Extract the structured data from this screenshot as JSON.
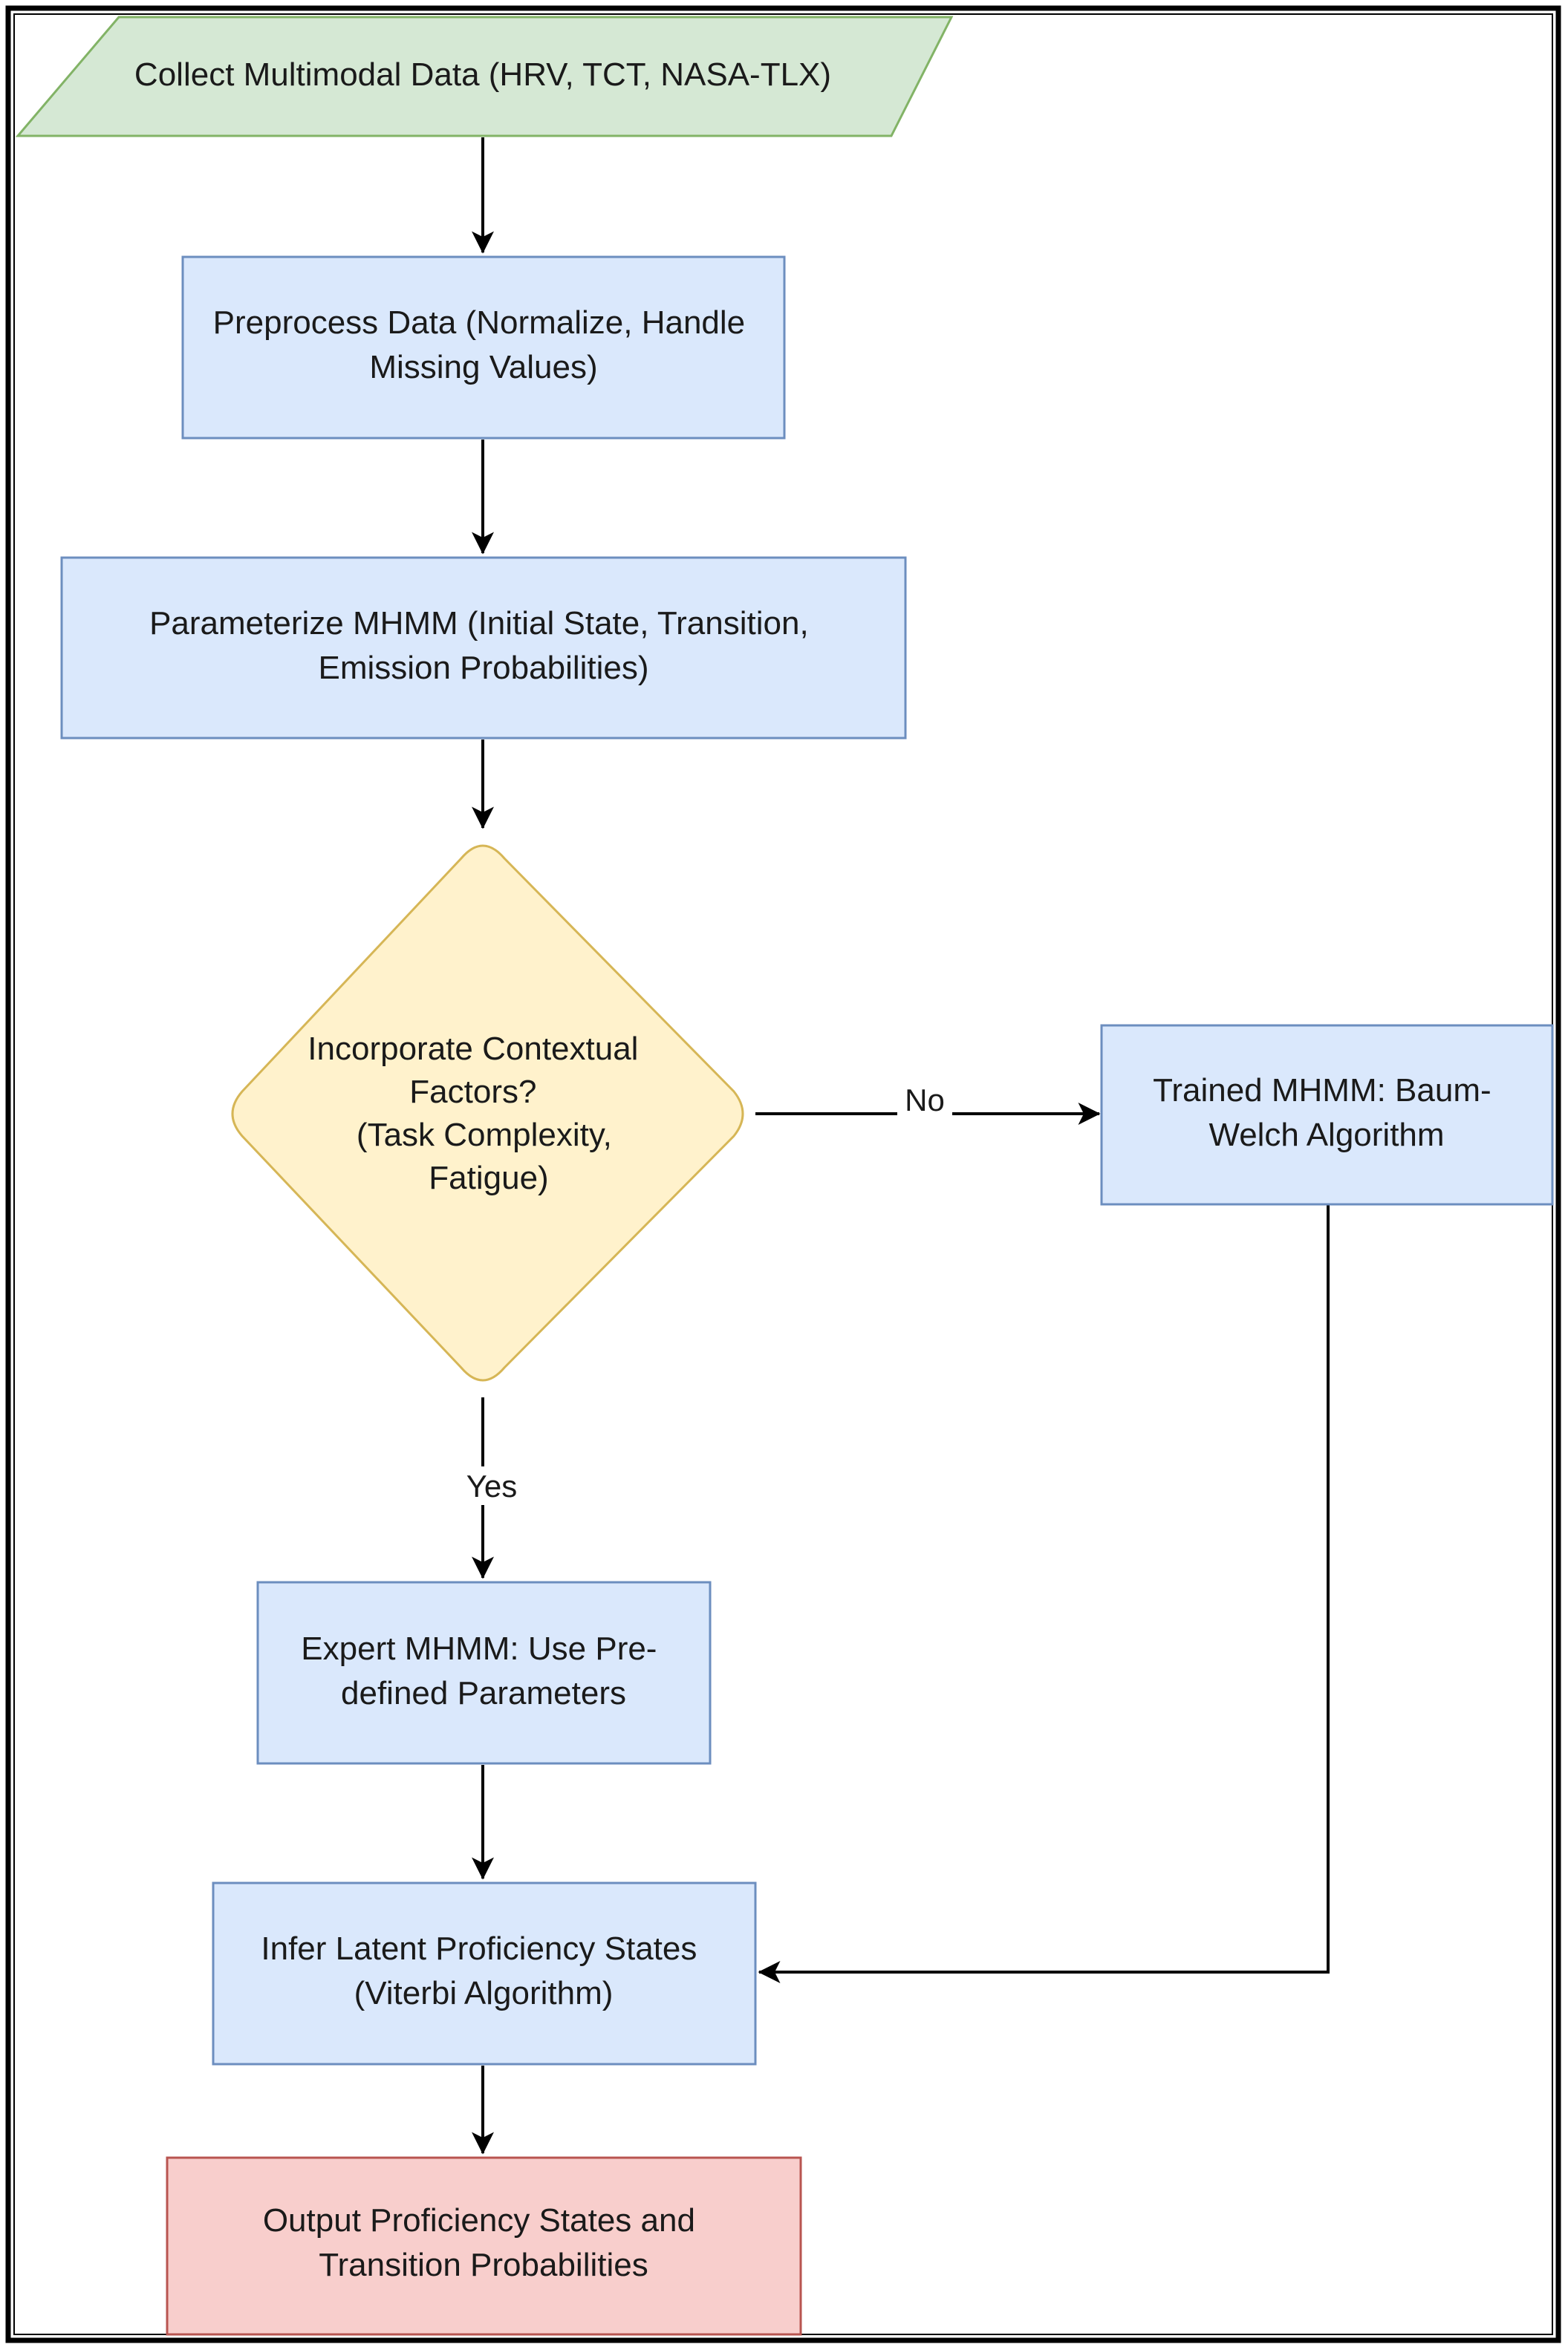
{
  "nodes": {
    "collect": {
      "shape": "parallelogram",
      "lines": [
        "Collect Multimodal Data (HRV, TCT, NASA-TLX)"
      ],
      "fill": "#d5e8d4",
      "stroke": "#82b366"
    },
    "preprocess": {
      "shape": "rectangle",
      "lines": [
        "Preprocess Data (Normalize, Handle",
        "Missing Values)"
      ],
      "fill": "#dae8fc",
      "stroke": "#6c8ebf"
    },
    "parameterize": {
      "shape": "rectangle",
      "lines": [
        "Parameterize MHMM (Initial State, Transition,",
        "Emission Probabilities)"
      ],
      "fill": "#dae8fc",
      "stroke": "#6c8ebf"
    },
    "decision": {
      "shape": "diamond",
      "lines": [
        "Incorporate Contextual",
        "Factors?",
        "(Task Complexity,",
        "Fatigue)"
      ],
      "fill": "#fff2cc",
      "stroke": "#d6b656"
    },
    "trained": {
      "shape": "rectangle",
      "lines": [
        "Trained MHMM: Baum-",
        "Welch Algorithm"
      ],
      "fill": "#dae8fc",
      "stroke": "#6c8ebf"
    },
    "expert": {
      "shape": "rectangle",
      "lines": [
        "Expert MHMM: Use Pre-",
        "defined Parameters"
      ],
      "fill": "#dae8fc",
      "stroke": "#6c8ebf"
    },
    "infer": {
      "shape": "rectangle",
      "lines": [
        "Infer Latent Proficiency States",
        "(Viterbi Algorithm)"
      ],
      "fill": "#dae8fc",
      "stroke": "#6c8ebf"
    },
    "output": {
      "shape": "rectangle",
      "lines": [
        "Output Proficiency States and",
        "Transition Probabilities"
      ],
      "fill": "#f8cecc",
      "stroke": "#b85450"
    }
  },
  "edges": [
    {
      "from": "collect",
      "to": "preprocess",
      "label": ""
    },
    {
      "from": "preprocess",
      "to": "parameterize",
      "label": ""
    },
    {
      "from": "parameterize",
      "to": "decision",
      "label": ""
    },
    {
      "from": "decision",
      "to": "trained",
      "label": "No"
    },
    {
      "from": "decision",
      "to": "expert",
      "label": "Yes"
    },
    {
      "from": "expert",
      "to": "infer",
      "label": ""
    },
    {
      "from": "trained",
      "to": "infer",
      "label": ""
    },
    {
      "from": "infer",
      "to": "output",
      "label": ""
    }
  ],
  "colors": {
    "edge": "#000000",
    "frame": "#000000"
  }
}
